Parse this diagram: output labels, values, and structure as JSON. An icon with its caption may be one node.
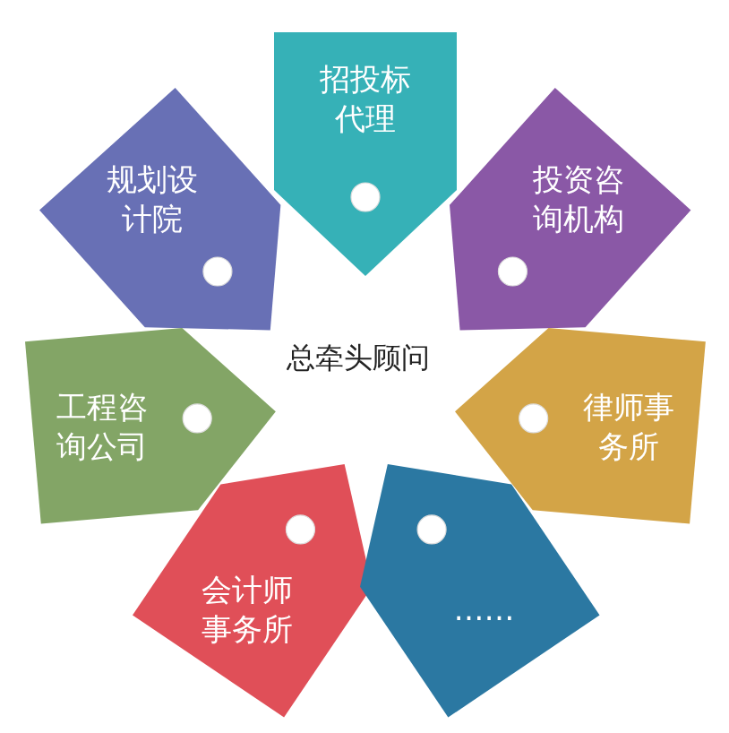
{
  "diagram": {
    "nodes": [
      {
        "text": [
          "招投标代理"
        ]
      },
      {
        "text": [
          "规划设计院"
        ]
      },
      {
        "text": [
          "投资咨询机构"
        ]
      },
      {
        "text": [
          "工程咨询公司"
        ]
      },
      {
        "text": [
          "律师事务所"
        ]
      },
      {
        "text": [
          "会计师事务所"
        ]
      },
      {
        "text": [
          "……"
        ]
      }
    ],
    "labels": [
      "总牵头顾问"
    ]
  }
}
